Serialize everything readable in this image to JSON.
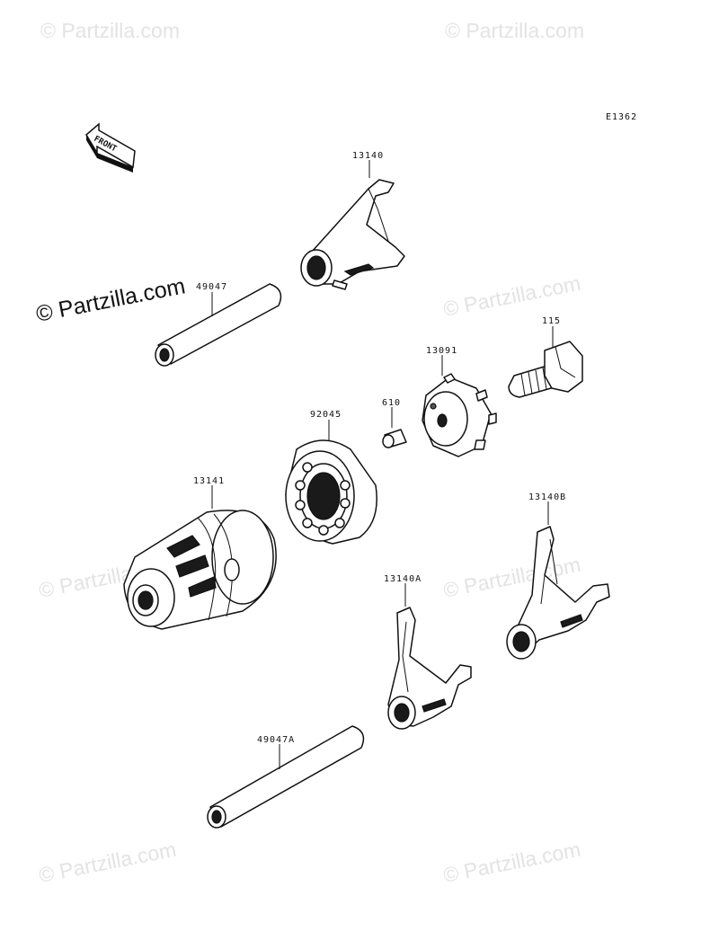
{
  "diagram_code": "E1362",
  "front_label": "FRONT",
  "watermark_text": "© Partzilla.com",
  "watermark_main": "© Partzilla.com",
  "parts": {
    "p13140": "13140",
    "p49047": "49047",
    "p115": "115",
    "p13091": "13091",
    "p610": "610",
    "p92045": "92045",
    "p13141": "13141",
    "p13140B": "13140B",
    "p13140A": "13140A",
    "p49047A": "49047A"
  },
  "colors": {
    "ink": "#111111",
    "watermark": "#e3e3e3"
  }
}
